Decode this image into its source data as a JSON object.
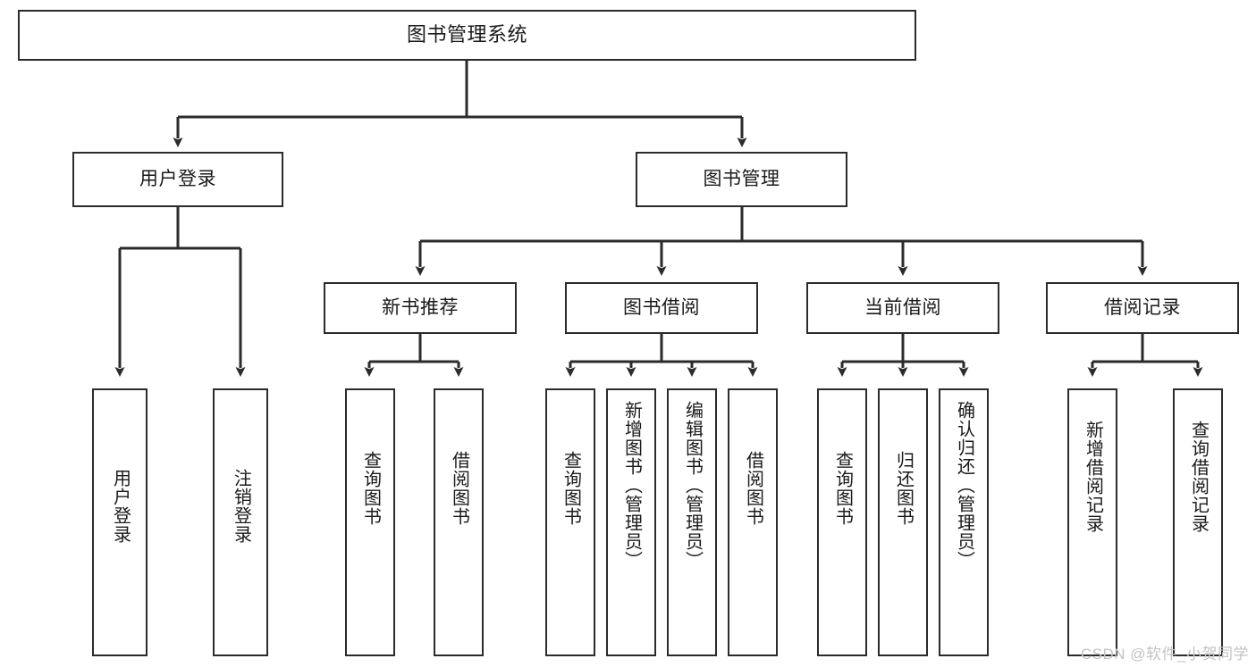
{
  "diagram": {
    "title": "图书管理系统",
    "watermark": "CSDN @软件_小贺同学",
    "line_color": "#2b2b2b",
    "box_fill": "#ffffff",
    "text_color": "#1a1a1a",
    "nodes": {
      "root": "图书管理系统",
      "level2": {
        "user_login": "用户登录",
        "book_manage": "图书管理"
      },
      "level3": {
        "new_book_rec": "新书推荐",
        "book_borrow": "图书借阅",
        "current_borrow": "当前借阅",
        "borrow_record": "借阅记录"
      },
      "leaves": {
        "user_login_1": "用户登录",
        "user_login_2": "注销登录",
        "new_book_rec_1": "查询图书",
        "new_book_rec_2": "借阅图书",
        "book_borrow_1": "查询图书",
        "book_borrow_2": "新增图书（管理员）",
        "book_borrow_3": "编辑图书（管理员）",
        "book_borrow_4": "借阅图书",
        "current_borrow_1": "查询图书",
        "current_borrow_2": "归还图书",
        "current_borrow_3": "确认归还（管理员）",
        "borrow_record_1": "新增借阅记录",
        "borrow_record_2": "查询借阅记录"
      }
    }
  }
}
